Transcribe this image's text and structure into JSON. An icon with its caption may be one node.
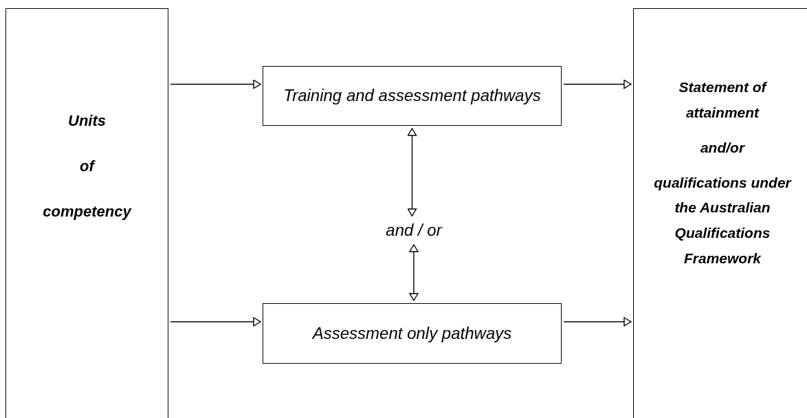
{
  "diagram": {
    "nodes": [
      {
        "text": [
          "Units of competency"
        ]
      },
      {
        "text": [
          "Training and assessment pathways"
        ]
      },
      {
        "text": [
          "and / or"
        ]
      },
      {
        "text": [
          "Assessment only pathways"
        ]
      },
      {
        "text": [
          "Statement of attainment",
          "and/or",
          "qualifications under the Australian Qualifications Framework"
        ]
      }
    ],
    "edges": [
      {
        "from": 0,
        "to": 1,
        "arrow": "to"
      },
      {
        "from": 1,
        "to": 4,
        "arrow": "to"
      },
      {
        "from": 1,
        "to": 2,
        "arrow": "both"
      },
      {
        "from": 2,
        "to": 3,
        "arrow": "both"
      },
      {
        "from": 0,
        "to": 3,
        "arrow": "to"
      },
      {
        "from": 3,
        "to": 4,
        "arrow": "to"
      }
    ]
  }
}
